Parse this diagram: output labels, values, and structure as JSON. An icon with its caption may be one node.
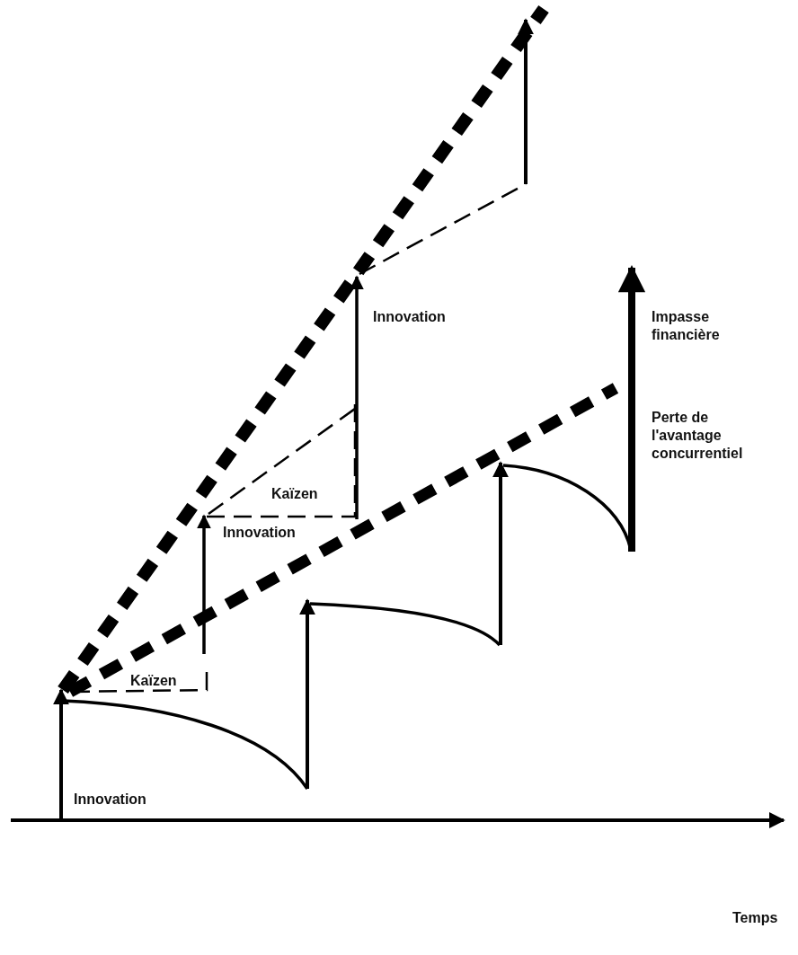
{
  "diagram": {
    "labels": [
      "Innovation",
      "Impasse financière",
      "Perte de l'avantage concurrentiel",
      "Kaïzen",
      "Innovation",
      "Kaïzen",
      "Innovation",
      "Temps"
    ]
  }
}
